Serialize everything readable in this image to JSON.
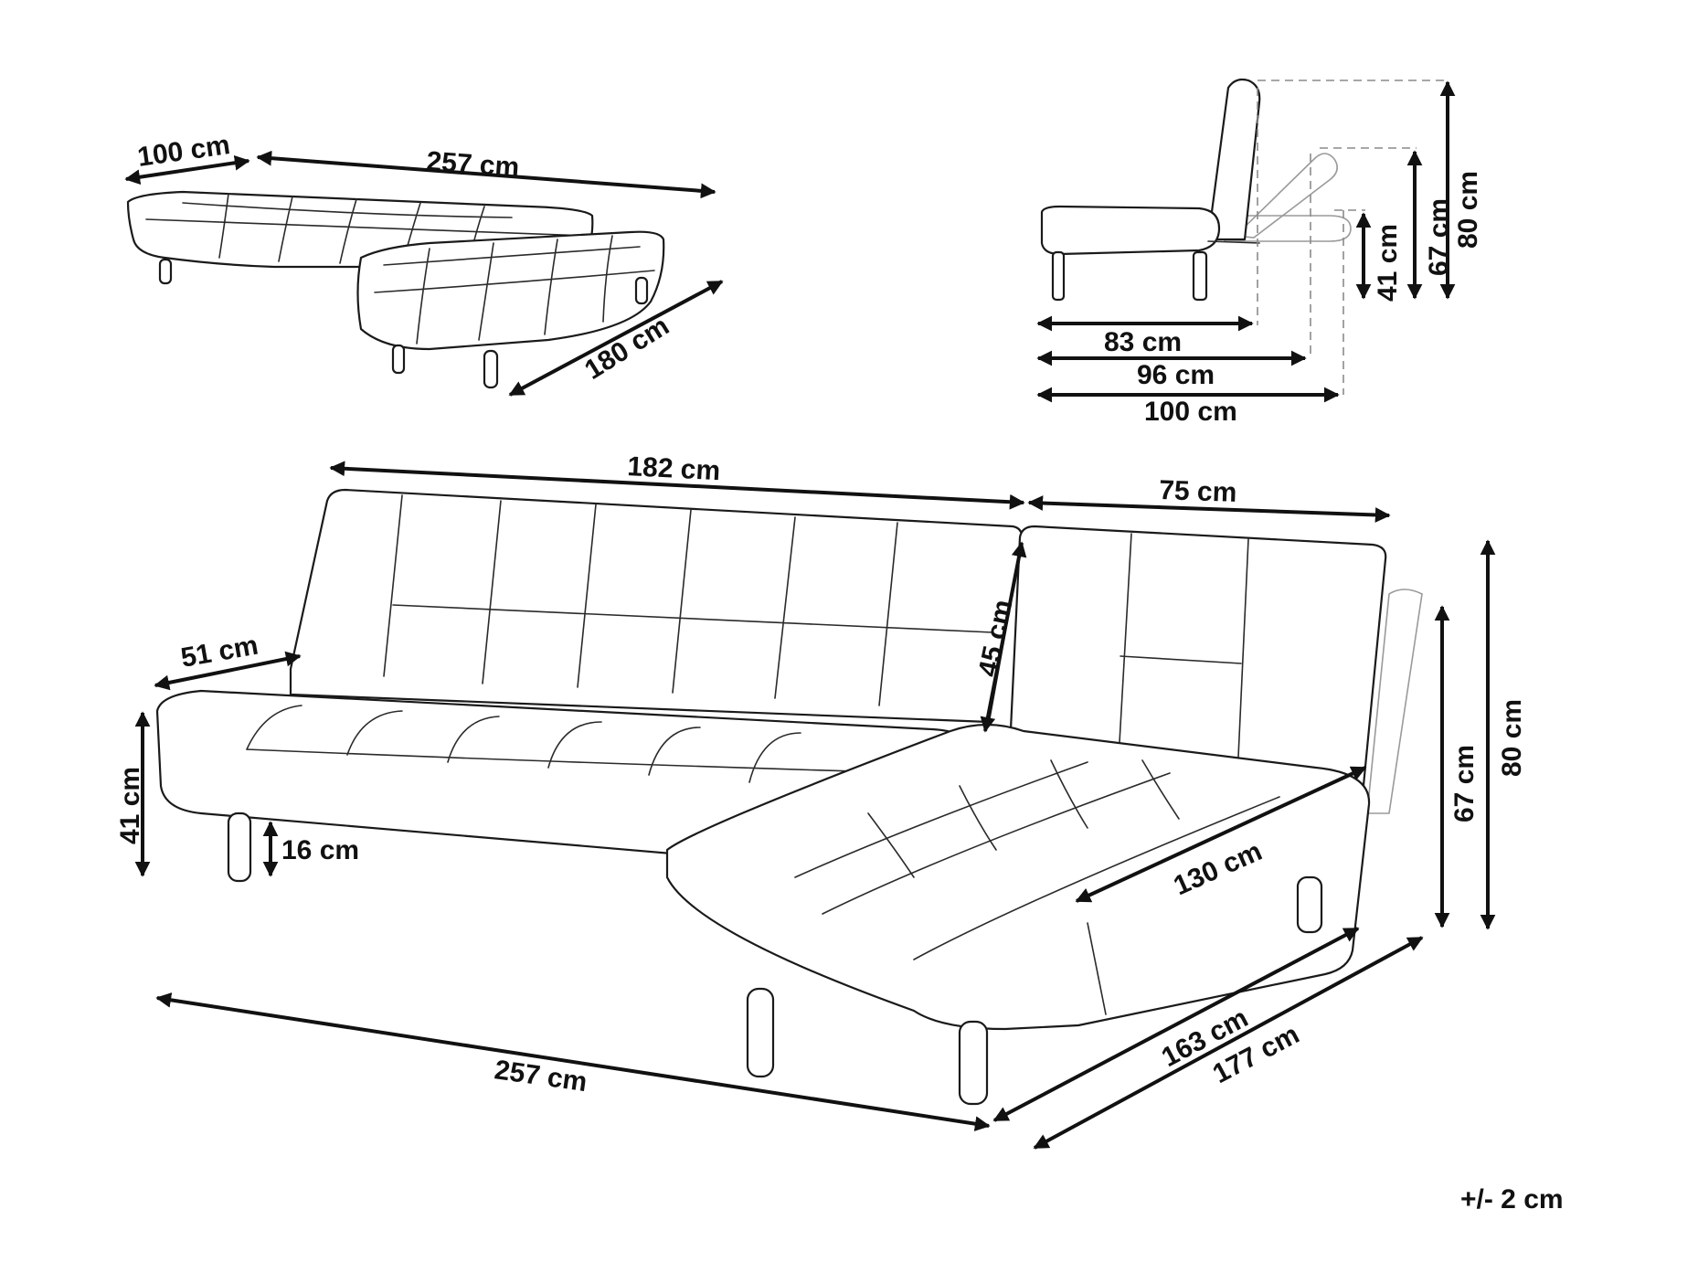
{
  "tolerance": "+/- 2 cm",
  "views": {
    "bed_top": {
      "depth": "100 cm",
      "length": "257  cm",
      "chaise_length": "180 cm"
    },
    "side": {
      "seat_depth": "83 cm",
      "mid_depth": "96 cm",
      "full_depth": "100 cm",
      "seat_height": "41 cm",
      "mid_height": "67 cm",
      "back_height": "80 cm"
    },
    "main": {
      "back_width": "182 cm",
      "chaise_width": "75 cm",
      "back_height": "45 cm",
      "seat_depth": "51 cm",
      "seat_height": "41 cm",
      "leg_height": "16 cm",
      "chaise_seat": "130 cm",
      "total_width": "257  cm",
      "chaise_depth": "163 cm",
      "total_depth": "177 cm",
      "mid_height": "67 cm",
      "full_height": "80 cm"
    }
  },
  "colors": {
    "line": "#1a1a1a",
    "dimension": "#111111",
    "ghost": "#9a9a9a"
  }
}
